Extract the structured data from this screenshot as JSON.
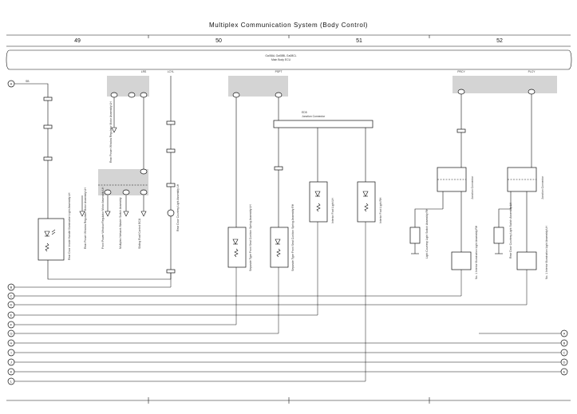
{
  "title": "Multiplex Communication System (Body Control)",
  "sections": [
    "49",
    "50",
    "51",
    "52"
  ],
  "ecu": {
    "line1": "Ga08AL Ga08BL Ga08CL",
    "line2": "Main Body ECU"
  },
  "ecu_pins": {
    "p1": "LRS",
    "p2": "LCYL",
    "p3": "PSPT",
    "p4": "PRCY",
    "p5": "PLCY"
  },
  "junction": {
    "id": "ED5",
    "name": "Junction Connector"
  },
  "left_markers": [
    "A",
    "B",
    "C",
    "D",
    "E",
    "F",
    "G",
    "H",
    "I",
    "J",
    "K",
    "L"
  ],
  "right_markers": [
    "A",
    "B",
    "C",
    "D",
    "E"
  ],
  "components": {
    "c1": "Rear Door Inside Handle Illumination Light Assembly LH",
    "c2": "Rear Door Courtesy Light Assembly LH",
    "c3": "Separate Type Front Seat Cushion Spring Assembly LH",
    "c4": "Separate Type Front Seat Cushion Spring Assembly RH",
    "c5": "Interior Foot Light LH",
    "c6": "Interior Foot Light RH",
    "c7": "Light Courtesy Light Switch Assembly RH",
    "c8": "Rear Door Courtesy Light Switch Assembly LH",
    "c9": "No. 1 Interior Illumination Light Assembly RH",
    "c10": "No. 1 Interior Illumination Light Assembly LH",
    "c11": "Junction Connector",
    "c12": "Junction Connector",
    "c13": "Rear Power Window Regulator Motor Assembly LH",
    "c14": "Rear Power Window Regulator Motor Assembly LH",
    "c15": "Front Power Window Regulator Motor Assembly LH",
    "c16": "Multiplex Network Master Switch Assembly",
    "c17": "Sliding Roof Control ECU"
  },
  "wire_color": "SB",
  "colors": {
    "shade": "#d4d4d4",
    "line": "#111111"
  }
}
